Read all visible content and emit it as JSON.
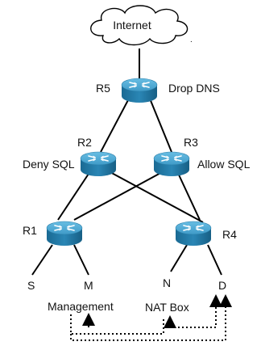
{
  "cloud": {
    "label": "Internet"
  },
  "routers": {
    "r5": {
      "name": "R5",
      "policy": "Drop DNS"
    },
    "r2": {
      "name": "R2",
      "policy": "Deny SQL"
    },
    "r3": {
      "name": "R3",
      "policy": "Allow SQL"
    },
    "r1": {
      "name": "R1"
    },
    "r4": {
      "name": "R4"
    }
  },
  "hosts": {
    "s": "S",
    "m": "M",
    "n": "N",
    "d": "D"
  },
  "boxes": {
    "management": "Management",
    "nat_box": "NAT Box"
  },
  "colors": {
    "router_top": "#4aa7d3",
    "router_body": "#1d6f99",
    "line": "#000000"
  },
  "icon_names": {
    "router": "router-icon",
    "cloud": "cloud-icon"
  }
}
